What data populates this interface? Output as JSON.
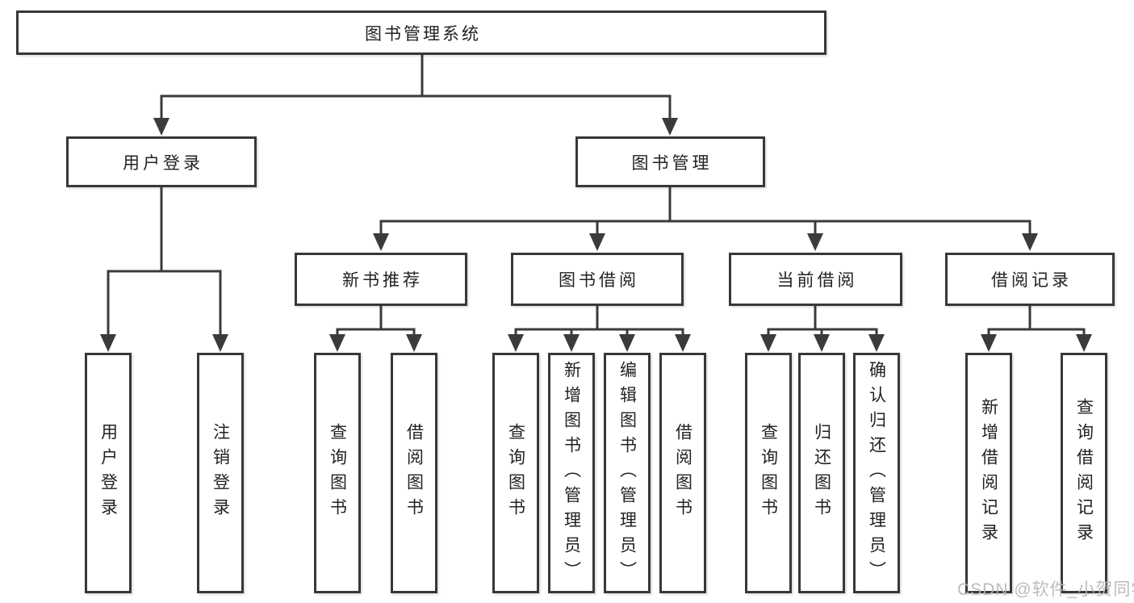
{
  "diagram": {
    "title_note": "functional structure tree",
    "root": {
      "label": "图书管理系统"
    },
    "level2": [
      {
        "label": "用户登录"
      },
      {
        "label": "图书管理"
      }
    ],
    "level3": [
      {
        "label": "新书推荐"
      },
      {
        "label": "图书借阅"
      },
      {
        "label": "当前借阅"
      },
      {
        "label": "借阅记录"
      }
    ],
    "leaves": [
      {
        "label": "用户登录",
        "parent": "用户登录"
      },
      {
        "label": "注销登录",
        "parent": "用户登录"
      },
      {
        "label": "查询图书",
        "parent": "新书推荐"
      },
      {
        "label": "借阅图书",
        "parent": "新书推荐"
      },
      {
        "label": "查询图书",
        "parent": "图书借阅"
      },
      {
        "label": "新增图书（管理员）",
        "parent": "图书借阅"
      },
      {
        "label": "编辑图书（管理员）",
        "parent": "图书借阅"
      },
      {
        "label": "借阅图书",
        "parent": "图书借阅"
      },
      {
        "label": "查询图书",
        "parent": "当前借阅"
      },
      {
        "label": "归还图书",
        "parent": "当前借阅"
      },
      {
        "label": "确认归还（管理员）",
        "parent": "当前借阅"
      },
      {
        "label": "新增借阅记录",
        "parent": "借阅记录"
      },
      {
        "label": "查询借阅记录",
        "parent": "借阅记录"
      }
    ],
    "colors": {
      "line": "#3b3b3b",
      "box_border": "#383838",
      "box_fill": "#ffffff",
      "text": "#222222",
      "watermark": "#b5b5b5"
    }
  },
  "watermark": {
    "text": "CSDN @软件_小贺同学"
  }
}
